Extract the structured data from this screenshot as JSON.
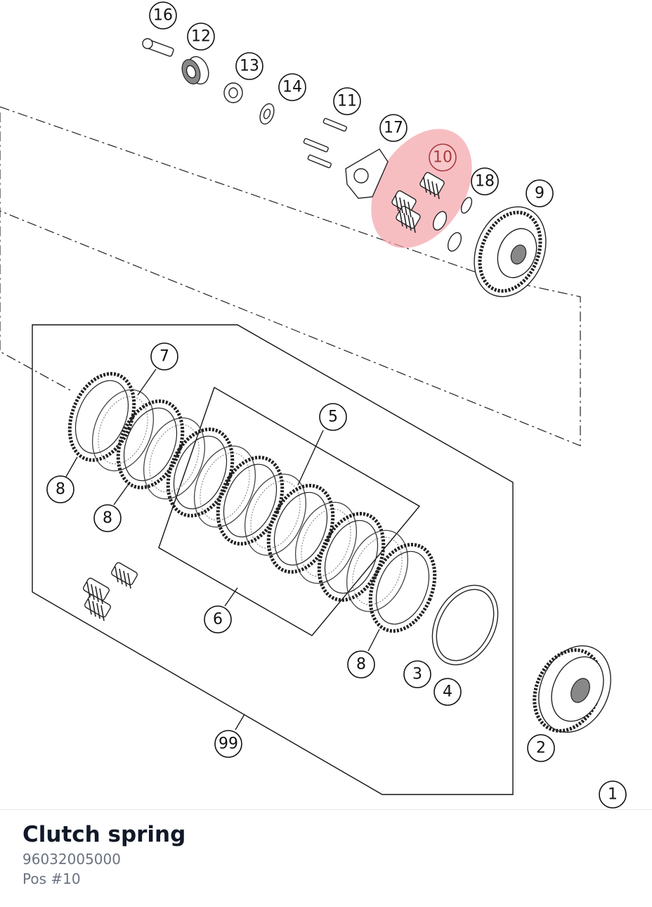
{
  "diagram": {
    "highlight_color": "#f4a3a8",
    "callouts": [
      "16",
      "12",
      "13",
      "14",
      "11",
      "17",
      "10",
      "18",
      "9",
      "7",
      "5",
      "8",
      "8",
      "6",
      "8",
      "3",
      "4",
      "99",
      "2",
      "1"
    ],
    "highlighted_callout": "10"
  },
  "part": {
    "title": "Clutch spring",
    "number": "96032005000",
    "position": "Pos #10"
  }
}
